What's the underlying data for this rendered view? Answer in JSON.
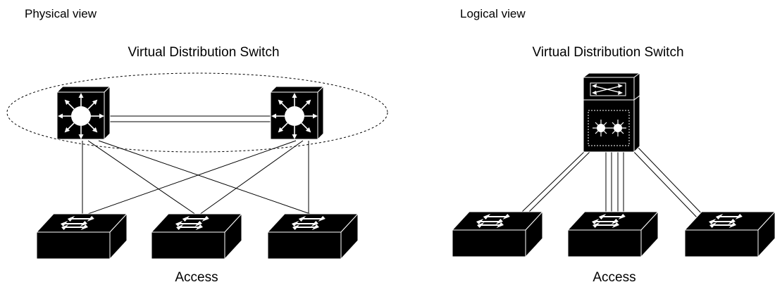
{
  "physical": {
    "view_label": "Physical view",
    "title": "Virtual Distribution Switch",
    "access_label": "Access"
  },
  "logical": {
    "view_label": "Logical view",
    "title": "Virtual Distribution Switch",
    "access_label": "Access"
  },
  "colors": {
    "device": "#000000",
    "line": "#000000",
    "background": "#ffffff"
  }
}
